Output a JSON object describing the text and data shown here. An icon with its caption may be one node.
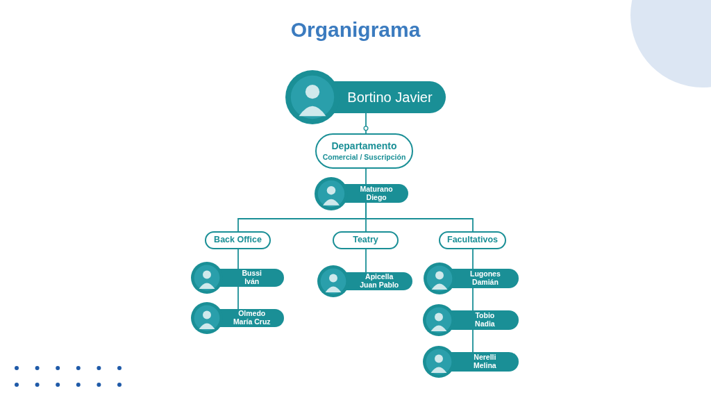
{
  "diagram": {
    "title": "Organigrama",
    "nodes": [
      {
        "text": [
          "Bortino Javier"
        ]
      },
      {
        "text": [
          "Departamento",
          "Comercial / Suscripción"
        ]
      },
      {
        "text": [
          "Maturano Diego"
        ]
      },
      {
        "text": [
          "Back Office"
        ]
      },
      {
        "text": [
          "Teatry"
        ]
      },
      {
        "text": [
          "Facultativos"
        ]
      },
      {
        "text": [
          "Bussi Iván"
        ]
      },
      {
        "text": [
          "Olmedo María Cruz"
        ]
      },
      {
        "text": [
          "Apicella Juan Pablo"
        ]
      },
      {
        "text": [
          "Lugones Damián"
        ]
      },
      {
        "text": [
          "Tobio Nadia"
        ]
      },
      {
        "text": [
          "Nerelli Melina"
        ]
      }
    ],
    "edges": [
      {
        "from": 0,
        "to": 1,
        "arrow": "other"
      },
      {
        "from": 1,
        "to": 2,
        "arrow": "none"
      },
      {
        "from": 2,
        "to": 3,
        "arrow": "none"
      },
      {
        "from": 2,
        "to": 4,
        "arrow": "none"
      },
      {
        "from": 2,
        "to": 5,
        "arrow": "none"
      },
      {
        "from": 3,
        "to": 6,
        "arrow": "none"
      },
      {
        "from": 6,
        "to": 7,
        "arrow": "none"
      },
      {
        "from": 4,
        "to": 8,
        "arrow": "none"
      },
      {
        "from": 5,
        "to": 9,
        "arrow": "none"
      },
      {
        "from": 9,
        "to": 10,
        "arrow": "none"
      },
      {
        "from": 10,
        "to": 11,
        "arrow": "none"
      }
    ]
  }
}
